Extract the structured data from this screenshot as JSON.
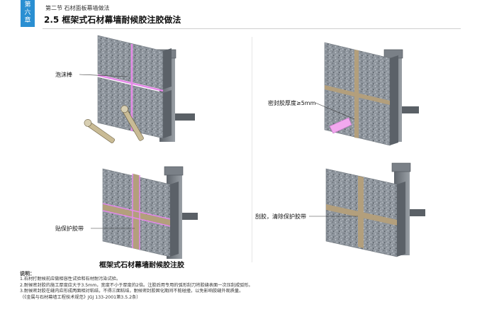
{
  "header": {
    "chapter_tab": [
      "第",
      "六",
      "章"
    ],
    "section_label": "第二节  石材面板幕墙做法",
    "title": "2.5  框架式石材幕墙耐候胶注胶做法"
  },
  "callouts": {
    "foam_rod": "泡沫棒",
    "sealant_thickness": "密封胶厚度≥5mm",
    "protective_tape": "贴保护胶带",
    "scrape": "刮胶，清除保护胶带"
  },
  "caption": "框架式石材幕墙耐候胶注胶",
  "notes": {
    "title": "说明：",
    "lines": [
      "1.石材打耐候前应做相容性试验和石材耐污染试验。",
      "2.耐候密封胶的施工厚度应大于3.5mm，宽度不小于厚度的2倍。注胶后用专用的弧形刮刀将胶缝表面一次压刮成弧形。",
      "3.耐候密封胶在缝内应形成两面相对粘结，不得三面粘结，耐候密封胶固化期间不能碰撞，以免影响胶缝外观质量。",
      "（《金属与石材幕墙工程技术规范》JGJ 133-2001第3.5.2条）"
    ]
  },
  "colors": {
    "accent": "#2a8fd2",
    "granite": "#8d949c",
    "steel": "#6f757c",
    "sealant": "#b39f7c",
    "tape": "#e58ae8"
  }
}
